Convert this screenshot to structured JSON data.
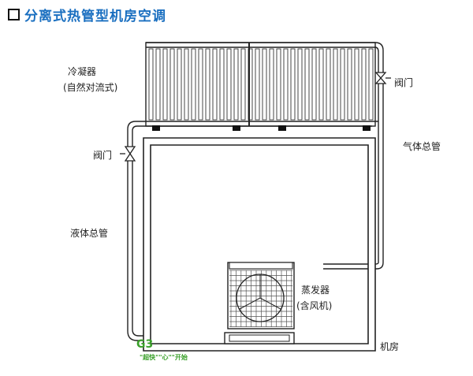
{
  "header": {
    "title": "分离式热管型机房空调"
  },
  "labels": {
    "condenser_line1": "冷凝器",
    "condenser_line2": "(自然对流式)",
    "valve_right": "阀门",
    "gas_pipe": "气体总管",
    "valve_left": "阀门",
    "liquid_pipe": "液体总管",
    "evaporator_line1": "蒸发器",
    "evaporator_line2": "(含风机)",
    "machine_room": "机房"
  },
  "watermark": {
    "mark": "G3",
    "slogan": "\"超快\"\"心\"\"开始"
  },
  "colors": {
    "title": "#1a6fc0",
    "line": "#222222",
    "watermark": "#3aa02a"
  }
}
